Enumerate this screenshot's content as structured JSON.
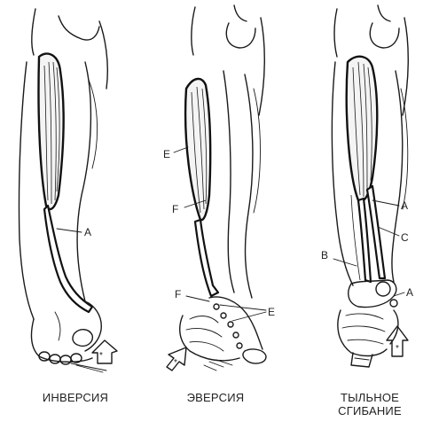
{
  "panels": [
    {
      "caption_lines": [
        "ИНВЕРСИЯ"
      ],
      "labels": [
        "A"
      ]
    },
    {
      "caption_lines": [
        "ЭВЕРСИЯ"
      ],
      "labels": [
        "E",
        "F",
        "F",
        "E"
      ]
    },
    {
      "caption_lines": [
        "ТЫЛЬНОЕ",
        "СГИБАНИЕ"
      ],
      "labels": [
        "A",
        "C",
        "B",
        "A"
      ]
    }
  ],
  "arrow_marks": [
    "*",
    "*",
    "*"
  ]
}
